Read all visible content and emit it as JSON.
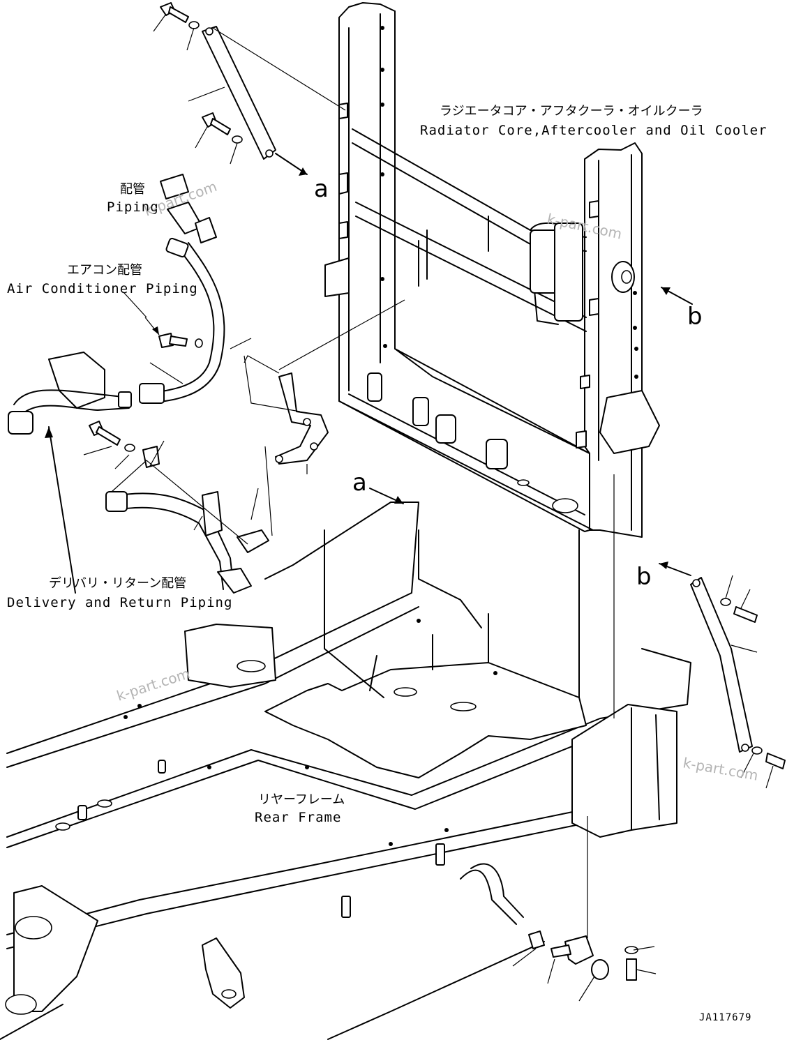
{
  "labels": {
    "radiator_jp": "ラジエータコア・アフタクーラ・オイルクーラ",
    "radiator_en": "Radiator Core,Aftercooler and Oil Cooler",
    "piping_jp": "配管",
    "piping_en": "Piping",
    "aircon_jp": "エアコン配管",
    "aircon_en": "Air Conditioner Piping",
    "delivery_jp": "デリバリ・リターン配管",
    "delivery_en": "Delivery and Return Piping",
    "rear_frame_jp": "リヤーフレーム",
    "rear_frame_en": "Rear Frame"
  },
  "callouts": {
    "a_top": "a",
    "a_frame": "a",
    "b_radiator": "b",
    "b_bracket": "b"
  },
  "watermarks": [
    "k-part.com",
    "k-part.com",
    "k-part.com",
    "k-part.com"
  ],
  "drawing_code": "JA117679"
}
